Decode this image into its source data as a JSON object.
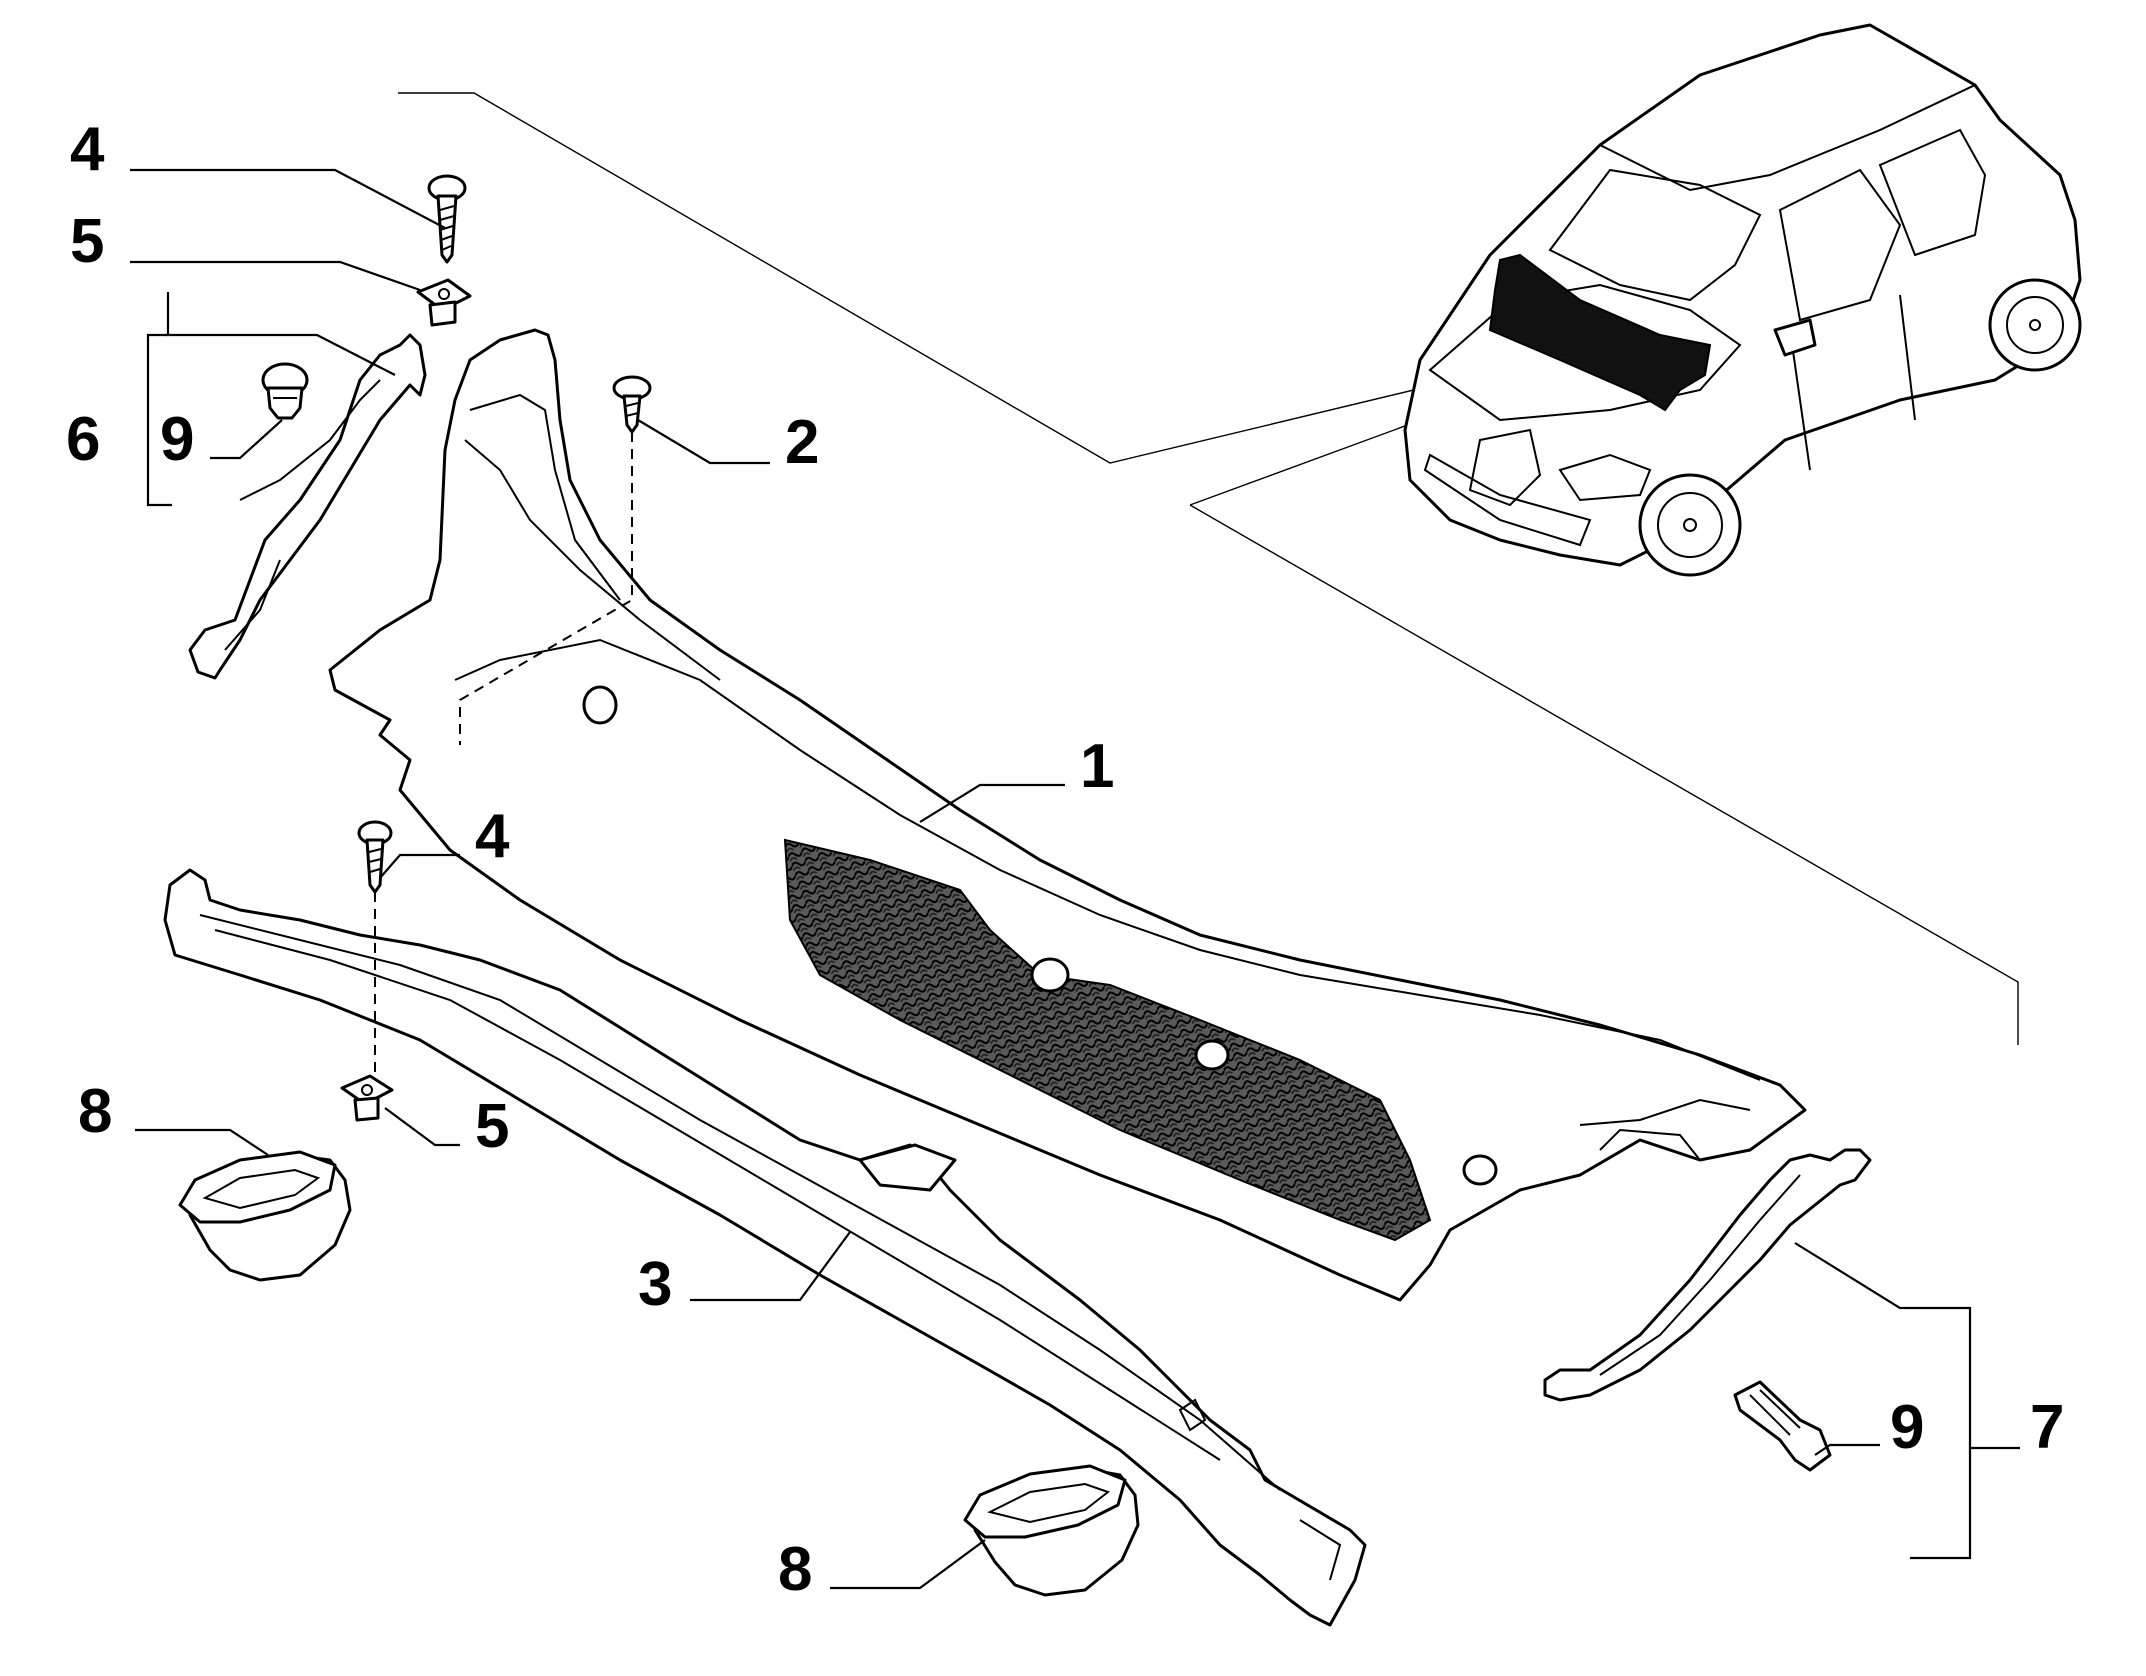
{
  "callouts": {
    "c1": "1",
    "c2": "2",
    "c3": "3",
    "c4_top": "4",
    "c4_mid": "4",
    "c5_top": "5",
    "c5_mid": "5",
    "c6": "6",
    "c7": "7",
    "c8_left": "8",
    "c8_bottom": "8",
    "c9_left": "9",
    "c9_right": "9"
  },
  "icons": {
    "screw": "screw-icon",
    "clip_nut": "clip-nut-icon",
    "push_rivet": "push-rivet-icon",
    "grommet": "grommet-icon",
    "car_locator": "car-locator-icon"
  },
  "colors": {
    "line": "#000000",
    "background": "#ffffff",
    "grille_fill": "#3a3a3a"
  }
}
